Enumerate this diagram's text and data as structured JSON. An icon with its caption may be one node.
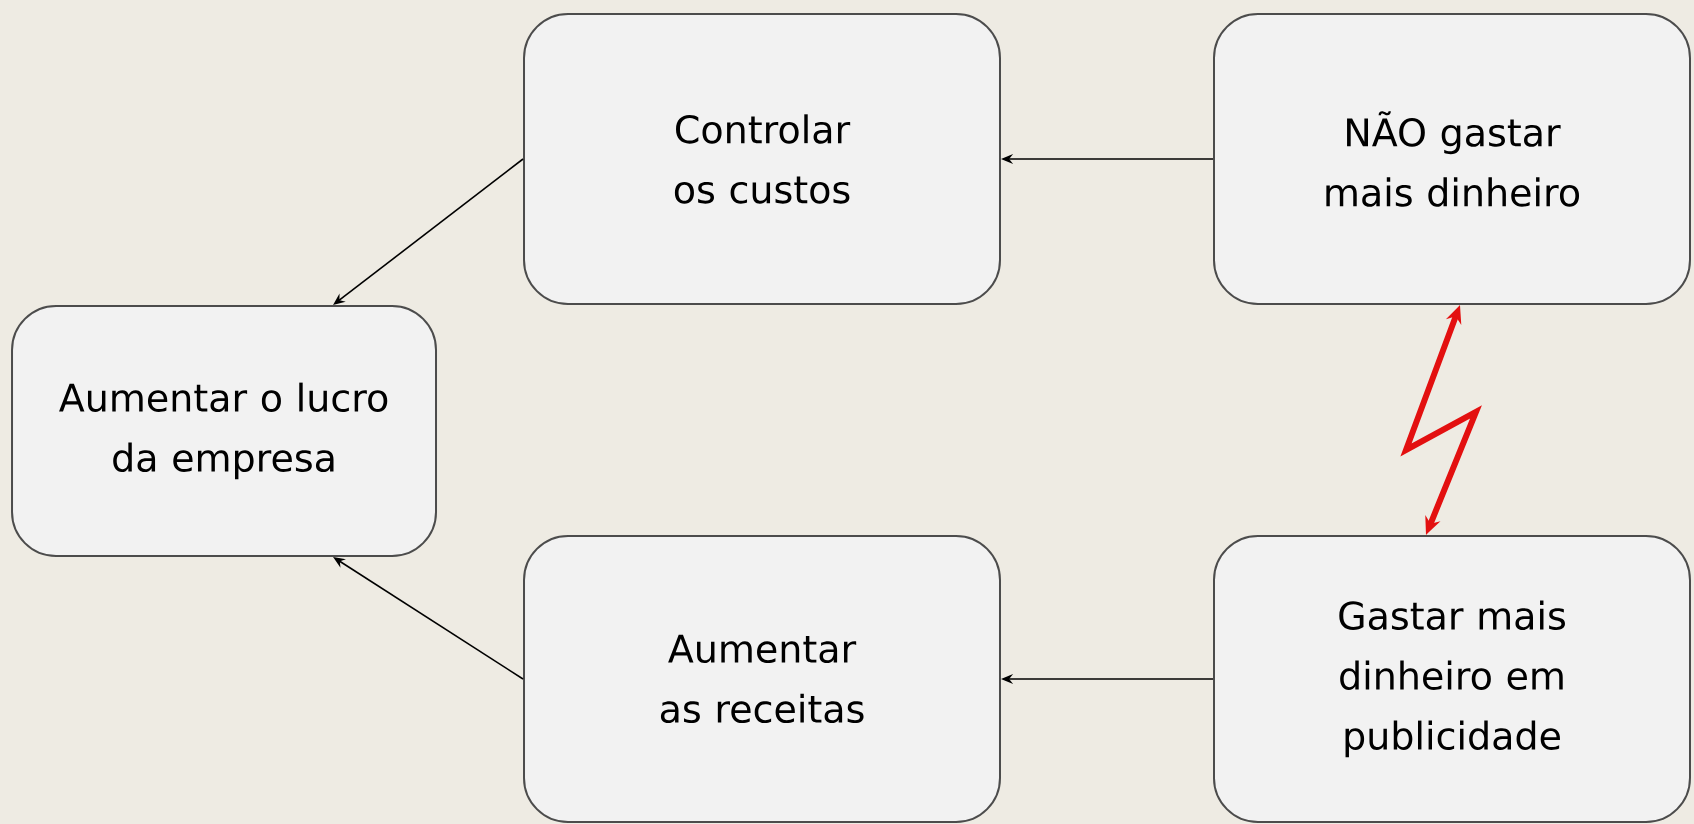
{
  "diagram": {
    "nodes": [
      {
        "text": [
          "Controlar os custos"
        ]
      },
      {
        "text": [
          "NÃO gastar mais dinheiro"
        ]
      },
      {
        "text": [
          "Aumentar o lucro da empresa"
        ]
      },
      {
        "text": [
          "Aumentar as receitas"
        ]
      },
      {
        "text": [
          "Gastar mais dinheiro em publicidade"
        ]
      }
    ],
    "edges": [
      {
        "from": 1,
        "to": 0,
        "arrow": "to"
      },
      {
        "from": 0,
        "to": 2,
        "arrow": "to"
      },
      {
        "from": 1,
        "to": 4,
        "arrow": "both",
        "style": "thick",
        "color": "#e31010"
      },
      {
        "from": 4,
        "to": 3,
        "arrow": "to"
      },
      {
        "from": 3,
        "to": 2,
        "arrow": "to"
      }
    ]
  }
}
